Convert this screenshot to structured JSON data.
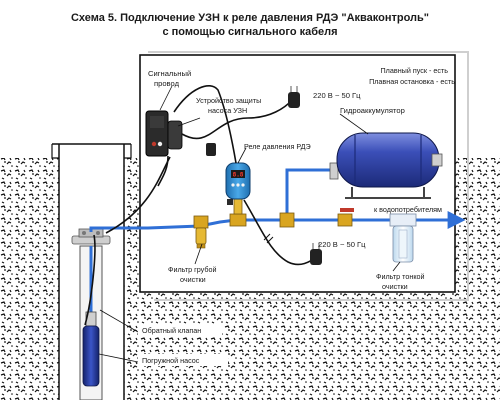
{
  "title": {
    "line1": "Схема 5. Подключение УЗН к реле давления РДЭ \"Акваконтроль\"",
    "line2": "с помощью сигнального кабеля"
  },
  "labels": {
    "signal_wire_1": "Сигнальный",
    "signal_wire_2": "провод",
    "protection_1": "Устройство защиты",
    "protection_2": "насоса УЗН",
    "soft_start": "Плавный пуск - есть",
    "soft_stop": "Плавная остановка - есть",
    "power_top": "220 В ~ 50 Гц",
    "accumulator": "Гидроаккумулятор",
    "relay": "Реле давления РДЭ",
    "consumers": "к водопотребителям",
    "power_bottom": "220 В ~ 50 Гц",
    "coarse_filter_1": "Фильтр грубой",
    "coarse_filter_2": "очистки",
    "fine_filter_1": "Фильтр тонкой",
    "fine_filter_2": "очистки",
    "check_valve": "Обратный клапан",
    "pump": "Погружной насос"
  },
  "colors": {
    "pipe": "#2f6fd6",
    "accumulator": "#2a3d9a",
    "relay_body": "#2f86c8",
    "device_body": "#2b2b2b",
    "soil": "#1a1a1a",
    "valve": "#d9a520",
    "wire": "#111111"
  }
}
